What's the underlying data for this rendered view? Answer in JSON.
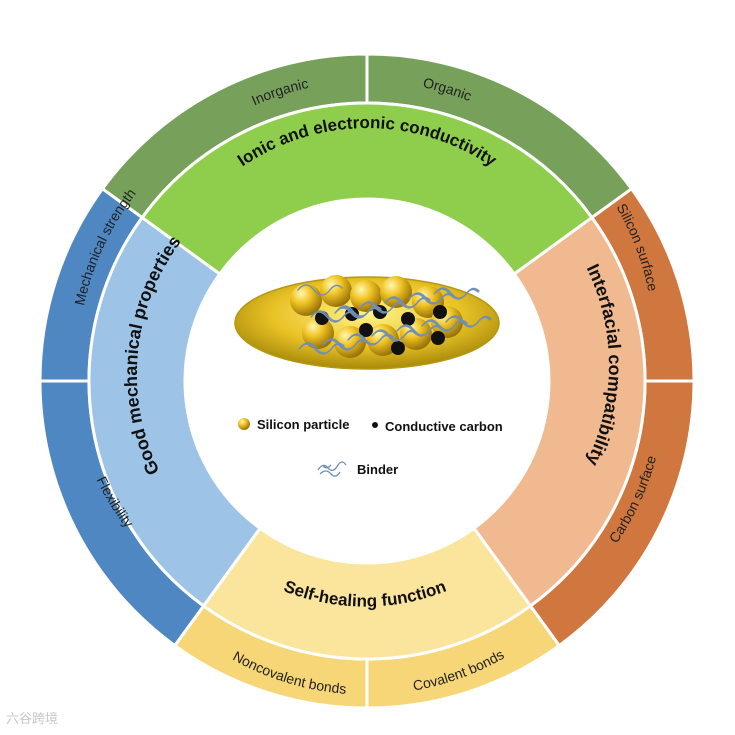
{
  "outer_ring": {
    "inorganic": "Inorganic",
    "organic": "Organic",
    "silicon_surface": "Silicon surface",
    "carbon_surface": "Carbon surface",
    "covalent_bonds": "Covalent bonds",
    "noncovalent_bonds": "Noncovalent bonds",
    "flexibility": "Flexibility",
    "mechanical_strength": "Mechanical strength"
  },
  "inner_ring": {
    "conductivity": "Ionic and electronic conductivity",
    "interfacial": "Interfacial compatibility",
    "self_healing": "Self-healing function",
    "mechanical": "Good mechanical properties"
  },
  "legend": {
    "silicon_particle": "Silicon particle",
    "conductive_carbon": "Conductive carbon",
    "binder": "Binder"
  },
  "watermark": "六谷跨境",
  "colors": {
    "outer_green": "#77a05a",
    "inner_green": "#8fce4c",
    "outer_orange": "#d07740",
    "inner_orange": "#f0b98f",
    "outer_yellow": "#f7d677",
    "inner_yellow": "#fbe49b",
    "outer_blue": "#4f87c2",
    "inner_blue": "#9dc3e6",
    "silicon_gold": "#e2b71f",
    "carbon_black": "#111111",
    "binder_blue": "#6f8fb8"
  }
}
